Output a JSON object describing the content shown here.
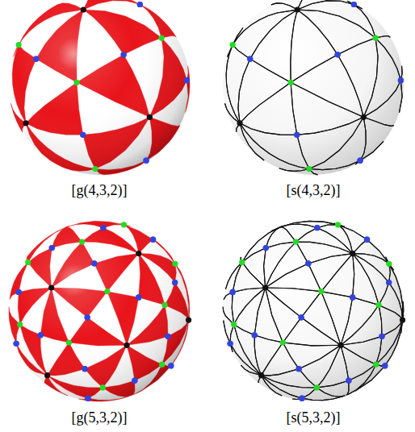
{
  "diagram": {
    "labels": [
      "[g(4,3,2)]",
      "[s(4,3,2)]",
      "[g(5,3,2)]",
      "[s(5,3,2)]"
    ]
  }
}
